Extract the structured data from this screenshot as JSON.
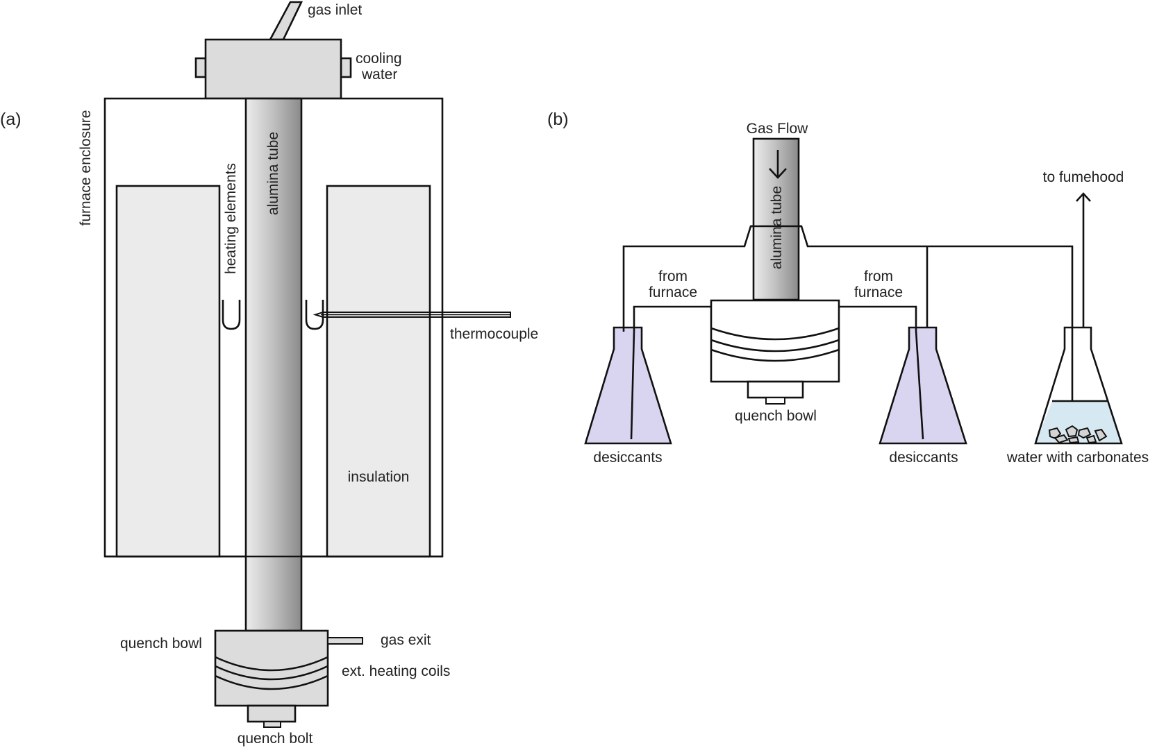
{
  "colors": {
    "stroke": "#111111",
    "text": "#222222",
    "head_fill": "#dcdcdc",
    "insulation_fill": "#ebebeb",
    "quench_fill": "#dcdcdc",
    "tube_light": "#ececec",
    "tube_dark": "#8f8f8f",
    "desiccant_fill": "#d9d4f0",
    "water_fill": "#d6e8f1",
    "rock_fill": "#d4d4d4"
  },
  "panel_a": {
    "label": "(a)",
    "labels": {
      "gas_inlet": "gas inlet",
      "cooling_water_line1": "cooling",
      "cooling_water_line2": "water",
      "furnace_enclosure": "furnace enclosure",
      "heating_elements": "heating  elements",
      "alumina_tube": "alumina tube",
      "thermocouple": "thermocouple",
      "insulation": "insulation",
      "quench_bowl": "quench bowl",
      "gas_exit": "gas exit",
      "ext_heating_coils": "ext. heating coils",
      "quench_bolt": "quench bolt"
    }
  },
  "panel_b": {
    "label": "(b)",
    "labels": {
      "gas_flow": "Gas Flow",
      "alumina_tube": "alumina tube",
      "from_furnace_left_line1": "from",
      "from_furnace_left_line2": "furnace",
      "from_furnace_right_line1": "from",
      "from_furnace_right_line2": "furnace",
      "to_fumehood": "to fumehood",
      "quench_bowl": "quench bowl",
      "desiccants_left": "desiccants",
      "desiccants_right": "desiccants",
      "water_with_carbonates": "water with carbonates"
    }
  }
}
